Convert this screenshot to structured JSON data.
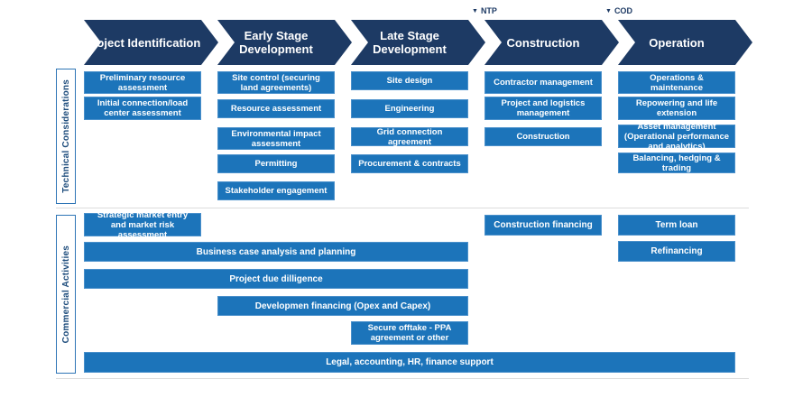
{
  "phases": [
    "Project Identification",
    "Early Stage Development",
    "Late Stage Development",
    "Construction",
    "Operation"
  ],
  "milestones": [
    {
      "marker": "▼",
      "label": "NTP"
    },
    {
      "marker": "▼",
      "label": "COD"
    }
  ],
  "sections": {
    "technical": {
      "label": "Technical Considerations",
      "columns": [
        [
          "Preliminary resource assessment",
          "Initial connection/load center assessment"
        ],
        [
          "Site control (securing land agreements)",
          "Resource assessment",
          "Environmental impact assessment",
          "Permitting",
          "Stakeholder engagement"
        ],
        [
          "Site design",
          "Engineering",
          "Grid connection agreement",
          "Procurement & contracts"
        ],
        [
          "Contractor management",
          "Project and logistics management",
          "Construction"
        ],
        [
          "Operations & maintenance",
          "Repowering and life extension",
          "Asset management (Operational performance and analytics)",
          "Balancing, hedging & trading"
        ]
      ]
    },
    "commercial": {
      "label": "Commercial Activities",
      "bars": [
        "Strategic market entry and market risk assessment",
        "Business case analysis and planning",
        "Project due dilligence",
        "Developmen financing (Opex and Capex)",
        "Secure offtake - PPA agreement or other",
        "Construction financing",
        "Term loan",
        "Refinancing",
        "Legal, accounting, HR, finance support"
      ]
    }
  },
  "colors": {
    "arrow_navy": "#1d3a64",
    "box_blue": "#1c74ba",
    "box_border": "#4a90cb",
    "section_label_text": "#1d4c7c",
    "section_label_border": "#2e75b6",
    "milestone_text": "#1d3a64"
  }
}
